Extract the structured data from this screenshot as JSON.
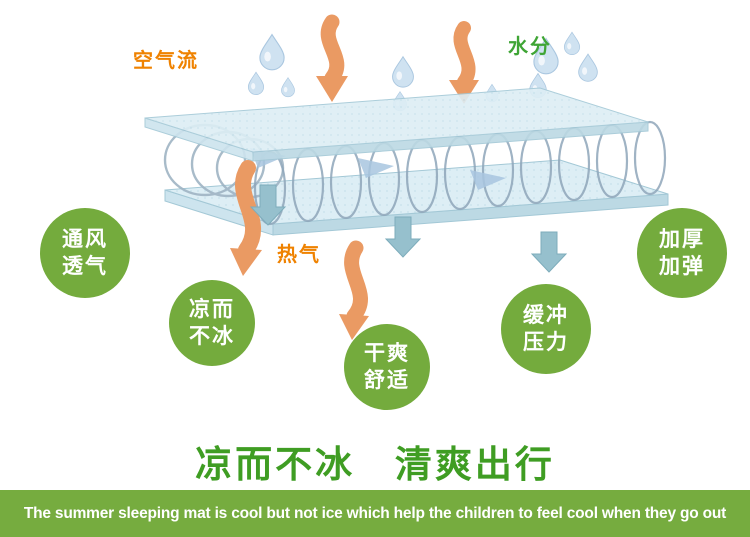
{
  "colors": {
    "badge_green": "#74ab3d",
    "footer_green": "#76ac3f",
    "title_green": "#3f9d23",
    "orange_label": "#ef8200",
    "green_label": "#3fa535",
    "mat_blue": "#ddeef5",
    "arrow_orange": "#ea9a63",
    "arrow_teal": "#96c0cd",
    "droplet_blue": "#cfe2f1"
  },
  "labels": {
    "airflow": "空气流",
    "moisture": "水分",
    "heat": "热气"
  },
  "icons": [
    "water-droplet-icon",
    "orange-airflow-arrow-icon",
    "teal-down-arrow-icon",
    "mesh-mat-illustration"
  ],
  "badges": [
    {
      "line1": "通风",
      "line2": "透气"
    },
    {
      "line1": "凉而",
      "line2": "不冰"
    },
    {
      "line1": "干爽",
      "line2": "舒适"
    },
    {
      "line1": "缓冲",
      "line2": "压力"
    },
    {
      "line1": "加厚",
      "line2": "加弹"
    }
  ],
  "title": "凉而不冰   清爽出行",
  "footer": "The summer sleeping mat is cool but not ice which help the children to feel cool when they go out"
}
